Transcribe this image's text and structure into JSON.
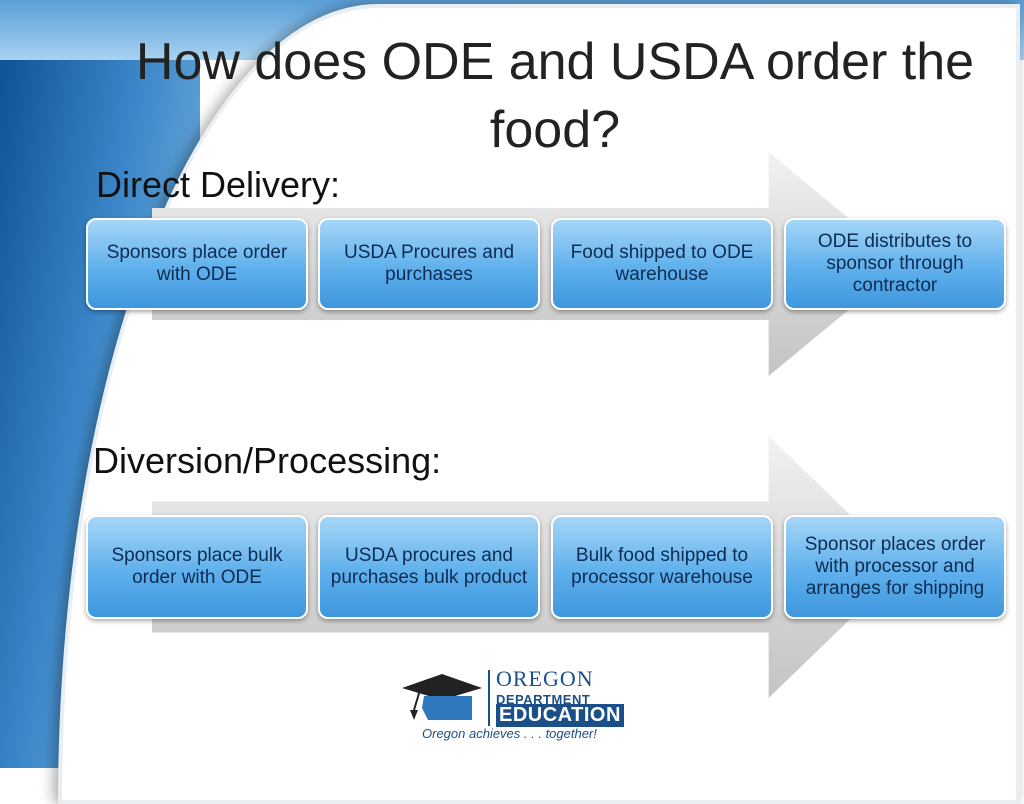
{
  "slide": {
    "title": "How does ODE and USDA order the food?"
  },
  "direct_delivery": {
    "label": "Direct Delivery:",
    "steps": [
      "Sponsors place order with ODE",
      "USDA Procures and purchases",
      "Food shipped to ODE warehouse",
      "ODE distributes to sponsor through contractor"
    ]
  },
  "diversion_processing": {
    "label": "Diversion/Processing:",
    "steps": [
      "Sponsors place bulk order with ODE",
      "USDA procures and purchases bulk product",
      "Bulk food shipped to processor warehouse",
      "Sponsor places order with processor and arranges for shipping"
    ]
  },
  "logo": {
    "name": "OREGON",
    "dept": "DEPARTMENT OF",
    "edu": "EDUCATION",
    "tagline": "Oregon achieves . . . together!",
    "icon": "graduation-cap-state-icon"
  },
  "colors": {
    "box_top": "#a6d6f7",
    "box_bottom": "#3f97dd",
    "box_text": "#0c2c52",
    "arrow": "#d6d6d6",
    "frame_blue": "#2f78bd",
    "logo_blue": "#1b4f8a"
  }
}
